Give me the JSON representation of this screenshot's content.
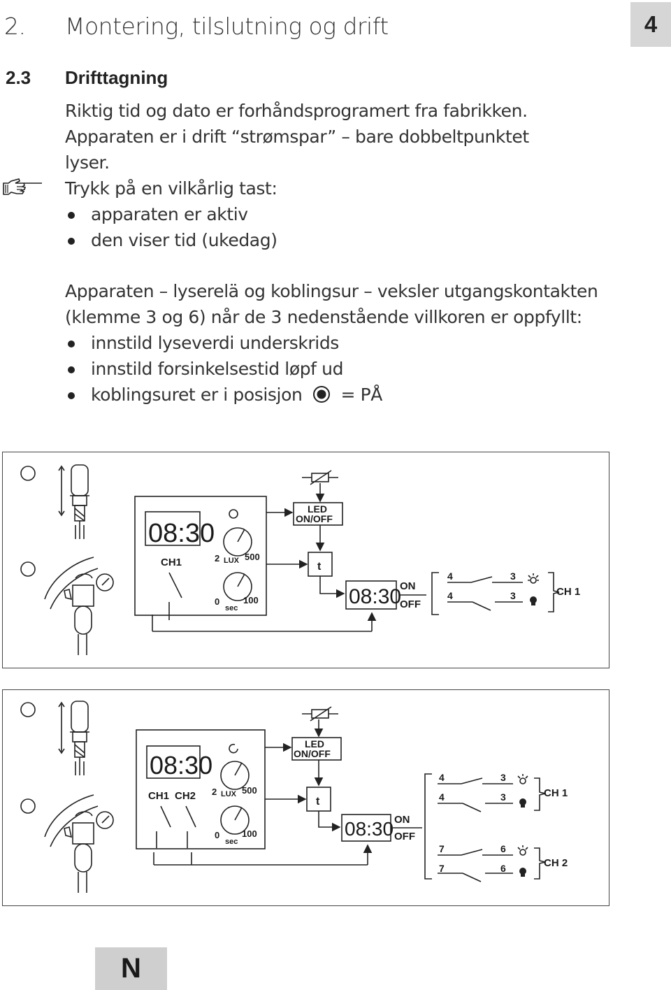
{
  "header": {
    "chapter_number": "2.",
    "chapter_title": "Montering, tilslutning og drift",
    "page_tab": "4"
  },
  "section": {
    "number": "2.3",
    "title": "Drifttagning"
  },
  "intro_lines": [
    "Riktig tid og dato er forhåndsprogramert fra fabrikken.",
    "Apparaten er i drift “strømspar” – bare dobbeltpunktet",
    "lyser."
  ],
  "instruction": {
    "icon": "pointing-hand-icon",
    "text": "Trykk på en vilkårlig tast:",
    "bullets": [
      "apparaten er aktiv",
      "den viser tid (ukedag)"
    ]
  },
  "conditions_lines": [
    "Apparaten – lyserelä og koblingsur – veksler utgangskontakten",
    "(klemme 3 og 6) når de 3 nedenstående villkoren er oppfyllt:"
  ],
  "conditions_bullets": [
    "innstild lyseverdi underskrids",
    "innstild forsinkelsestid løpf ud",
    "koblingsuret er i posisjon"
  ],
  "on_symbol_suffix": "= PÅ",
  "diagram1": {
    "marker1": "①",
    "marker2": "②",
    "display_time": "08:30",
    "channel_label": "CH1",
    "lux_min": "2",
    "lux_label": "LUX",
    "lux_max": "500",
    "sec_min": "0",
    "sec_label": "sec",
    "sec_max": "100",
    "led_label_top": "LED",
    "led_label_bottom": "ON/OFF",
    "timer_label": "t",
    "on_label": "ON",
    "off_label": "OFF",
    "contacts": [
      {
        "left": "4",
        "right": "3"
      },
      {
        "left": "4",
        "right": "3"
      }
    ],
    "group_label": "CH 1"
  },
  "diagram2": {
    "marker1": "①",
    "marker2": "②",
    "display_time": "08:30",
    "channel_label_1": "CH1",
    "channel_label_2": "CH2",
    "lux_min": "2",
    "lux_label": "LUX",
    "lux_max": "500",
    "sec_min": "0",
    "sec_label": "sec",
    "sec_max": "100",
    "led_label_top": "LED",
    "led_label_bottom": "ON/OFF",
    "timer_label": "t",
    "on_label": "ON",
    "off_label": "OFF",
    "contacts_ch1": [
      {
        "left": "4",
        "right": "3"
      },
      {
        "left": "4",
        "right": "3"
      }
    ],
    "group_label_ch1": "CH 1",
    "contacts_ch2": [
      {
        "left": "7",
        "right": "6"
      },
      {
        "left": "7",
        "right": "6"
      }
    ],
    "group_label_ch2": "CH 2"
  },
  "language_tab": "N"
}
